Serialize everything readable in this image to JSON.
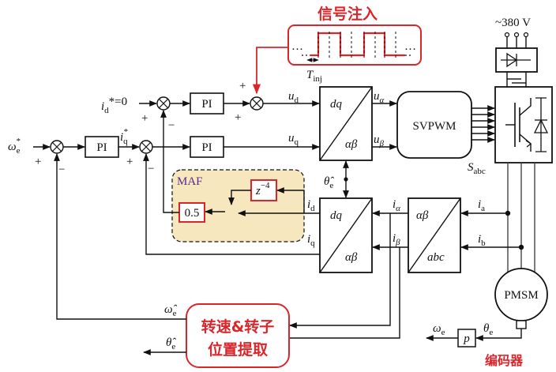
{
  "signal_injection": {
    "title": "信号注入",
    "period_label": "T",
    "period_sub": "inj",
    "dots": "…"
  },
  "supply": {
    "label": "~380 V"
  },
  "references": {
    "id_ref": "i",
    "id_ref_sub": "d",
    "id_ref_val": "*=0",
    "iq_ref": "i",
    "iq_ref_sub": "q",
    "iq_ref_star": "*",
    "we_ref": "ω",
    "we_ref_sub": "e",
    "we_ref_star": "*"
  },
  "signs": {
    "plus": "+",
    "minus": "−"
  },
  "blocks": {
    "pi": "PI",
    "svpwm": "SVPWM",
    "maf": "MAF",
    "gain": "0.5",
    "delay": "z",
    "delay_exp": "−4",
    "dq": "dq",
    "ab": "αβ",
    "abc": "abc",
    "pmsm": "PMSM",
    "p": "p",
    "estimator_line1": "转速&转子",
    "estimator_line2": "位置提取",
    "encoder": "编码器"
  },
  "signals": {
    "ud": "u",
    "ud_sub": "d",
    "uq": "u",
    "uq_sub": "q",
    "ualpha": "u",
    "ualpha_sub": "α",
    "ubeta": "u",
    "ubeta_sub": "β",
    "sabc": "S",
    "sabc_sub": "abc",
    "theta_hat": "θ̂",
    "theta_hat_sub": "e",
    "id": "i",
    "id_sub": "d",
    "iq": "i",
    "iq_sub": "q",
    "ialpha": "i",
    "ialpha_sub": "α",
    "ibeta": "i",
    "ibeta_sub": "β",
    "ia": "i",
    "ia_sub": "a",
    "ib": "i",
    "ib_sub": "b",
    "omega_hat": "ω̂",
    "omega_hat_sub": "e",
    "we": "ω",
    "we_sub": "e",
    "theta": "θ",
    "theta_sub": "e"
  },
  "colors": {
    "line": "#111111",
    "highlight": "#d9262b",
    "maf_fill": "#f7e7bf",
    "maf_text": "#5a2a8a"
  }
}
